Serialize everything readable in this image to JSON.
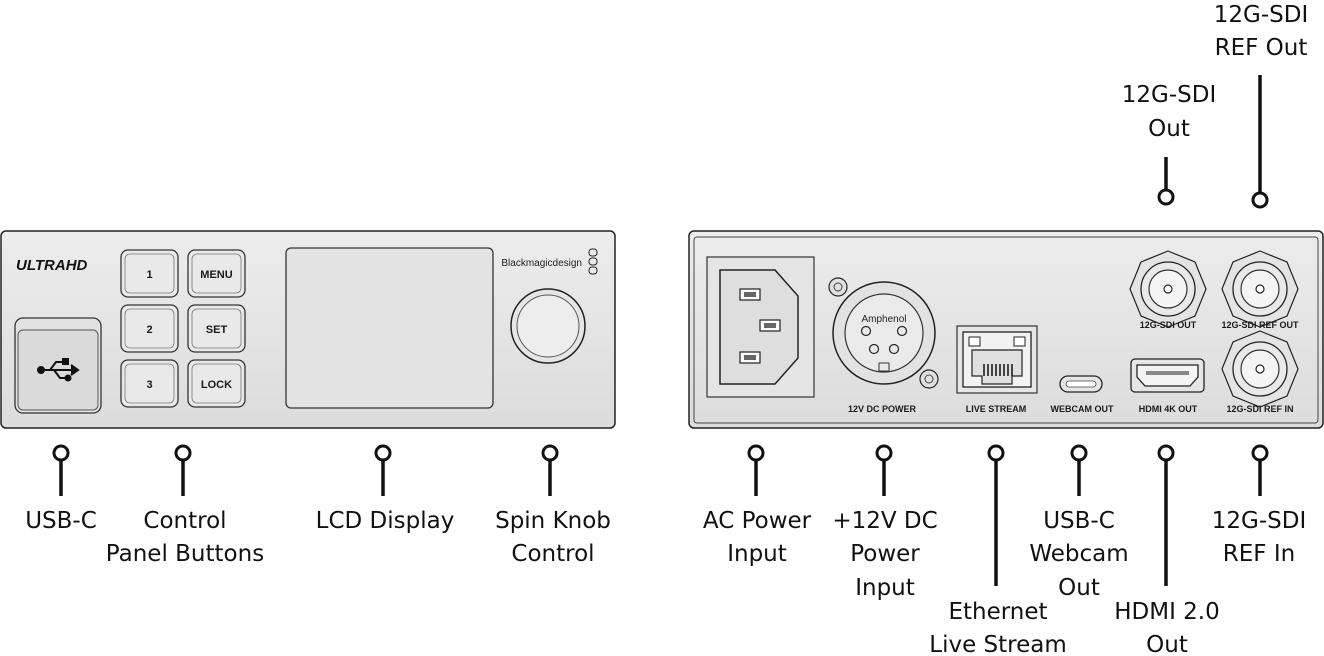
{
  "front_panel": {
    "logo_text": "ULTRAHD",
    "brand": "Blackmagicdesign",
    "buttons": {
      "b1": "1",
      "b2": "2",
      "b3": "3",
      "menu": "MENU",
      "set": "SET",
      "lock": "LOCK"
    }
  },
  "rear_panel": {
    "port_labels": {
      "dc_power": "12V DC POWER",
      "live_stream": "LIVE STREAM",
      "webcam_out": "WEBCAM OUT",
      "hdmi_out": "HDMI 4K OUT",
      "sdi_out": "12G-SDI OUT",
      "sdi_ref_out": "12G-SDI REF OUT",
      "sdi_ref_in": "12G-SDI REF IN"
    },
    "xlr_brand": "Amphenol"
  },
  "callouts": {
    "usb_c": [
      "USB-C"
    ],
    "control_panel_buttons": [
      "Control",
      "Panel Buttons"
    ],
    "lcd_display": [
      "LCD Display"
    ],
    "spin_knob": [
      "Spin Knob",
      "Control"
    ],
    "ac_power": [
      "AC Power",
      "Input"
    ],
    "dc_power": [
      "+12V DC",
      "Power",
      "Input"
    ],
    "ethernet": [
      "Ethernet",
      "Live Stream"
    ],
    "usb_c_webcam": [
      "USB-C",
      "Webcam",
      "Out"
    ],
    "hdmi": [
      "HDMI 2.0",
      "Out"
    ],
    "sdi_ref_in": [
      "12G-SDI",
      "REF In"
    ],
    "sdi_out": [
      "12G-SDI",
      "Out"
    ],
    "sdi_ref_out": [
      "12G-SDI",
      "REF Out"
    ]
  }
}
